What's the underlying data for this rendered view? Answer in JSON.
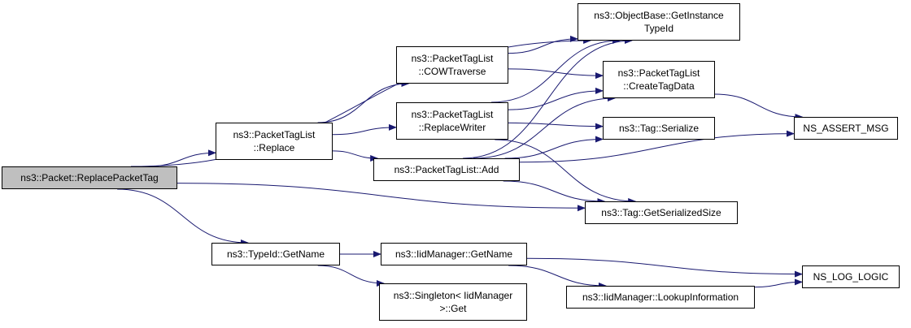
{
  "colors": {
    "edge": "#191970",
    "node_border": "#000000",
    "root_fill": "#bfbfbf",
    "node_fill": "#ffffff"
  },
  "nodes": {
    "replace_packet_tag": {
      "lines": [
        "ns3::Packet::ReplacePacketTag"
      ]
    },
    "get_instance_typeid": {
      "lines": [
        "ns3::ObjectBase::GetInstance",
        "TypeId"
      ]
    },
    "packettaglist_replace": {
      "lines": [
        "ns3::PacketTagList",
        "::Replace"
      ]
    },
    "packettaglist_cowtraverse": {
      "lines": [
        "ns3::PacketTagList",
        "::COWTraverse"
      ]
    },
    "packettaglist_createtagdata": {
      "lines": [
        "ns3::PacketTagList",
        "::CreateTagData"
      ]
    },
    "packettaglist_replacewriter": {
      "lines": [
        "ns3::PacketTagList",
        "::ReplaceWriter"
      ]
    },
    "tag_serialize": {
      "lines": [
        "ns3::Tag::Serialize"
      ]
    },
    "ns_assert_msg": {
      "lines": [
        "NS_ASSERT_MSG"
      ]
    },
    "packettaglist_add": {
      "lines": [
        "ns3::PacketTagList::Add"
      ]
    },
    "tag_getserializedsize": {
      "lines": [
        "ns3::Tag::GetSerializedSize"
      ]
    },
    "typeid_getname": {
      "lines": [
        "ns3::TypeId::GetName"
      ]
    },
    "iidmanager_getname": {
      "lines": [
        "ns3::IidManager::GetName"
      ]
    },
    "ns_log_logic": {
      "lines": [
        "NS_LOG_LOGIC"
      ]
    },
    "iidmanager_lookupinformation": {
      "lines": [
        "ns3::IidManager::LookupInformation"
      ]
    },
    "singleton_get": {
      "lines": [
        "ns3::Singleton< IidManager",
        ">::Get"
      ]
    }
  },
  "edges": [
    [
      "replace_packet_tag",
      "get_instance_typeid"
    ],
    [
      "replace_packet_tag",
      "packettaglist_replace"
    ],
    [
      "replace_packet_tag",
      "tag_getserializedsize"
    ],
    [
      "replace_packet_tag",
      "typeid_getname"
    ],
    [
      "packettaglist_replace",
      "packettaglist_cowtraverse"
    ],
    [
      "packettaglist_replace",
      "packettaglist_replacewriter"
    ],
    [
      "packettaglist_replace",
      "packettaglist_add"
    ],
    [
      "packettaglist_cowtraverse",
      "get_instance_typeid"
    ],
    [
      "packettaglist_cowtraverse",
      "packettaglist_createtagdata"
    ],
    [
      "packettaglist_replacewriter",
      "get_instance_typeid"
    ],
    [
      "packettaglist_replacewriter",
      "packettaglist_createtagdata"
    ],
    [
      "packettaglist_replacewriter",
      "tag_serialize"
    ],
    [
      "packettaglist_replacewriter",
      "tag_getserializedsize"
    ],
    [
      "packettaglist_add",
      "get_instance_typeid"
    ],
    [
      "packettaglist_add",
      "packettaglist_createtagdata"
    ],
    [
      "packettaglist_add",
      "tag_serialize"
    ],
    [
      "packettaglist_add",
      "ns_assert_msg"
    ],
    [
      "packettaglist_add",
      "tag_getserializedsize"
    ],
    [
      "packettaglist_createtagdata",
      "ns_assert_msg"
    ],
    [
      "typeid_getname",
      "iidmanager_getname"
    ],
    [
      "typeid_getname",
      "singleton_get"
    ],
    [
      "iidmanager_getname",
      "ns_log_logic"
    ],
    [
      "iidmanager_getname",
      "iidmanager_lookupinformation"
    ],
    [
      "iidmanager_lookupinformation",
      "ns_log_logic"
    ]
  ]
}
